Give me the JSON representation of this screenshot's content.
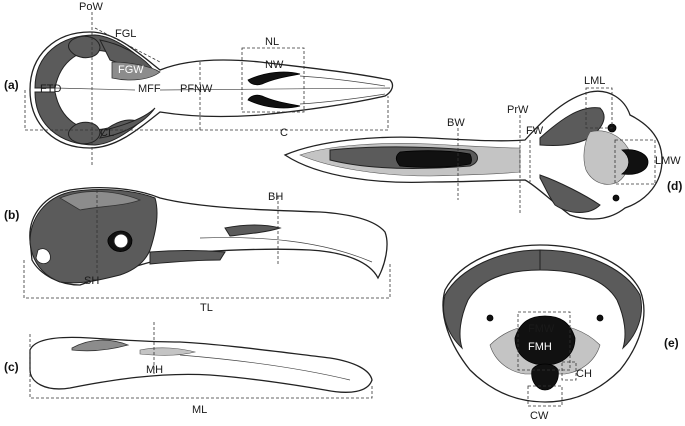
{
  "panels": {
    "a": "(a)",
    "b": "(b)",
    "c": "(c)",
    "d": "(d)",
    "e": "(e)"
  },
  "labels": {
    "a": {
      "pow": "PoW",
      "fgl": "FGL",
      "fgw": "FGW",
      "ftd": "FTD",
      "mff": "MFF",
      "pfnw": "PFNW",
      "nl": "NL",
      "nw": "NW",
      "cl": "CL",
      "c": "C"
    },
    "b": {
      "bh": "BH",
      "sh": "SH",
      "tl": "TL"
    },
    "c": {
      "mh": "MH",
      "ml": "ML"
    },
    "d": {
      "bw": "BW",
      "prw": "PrW",
      "fw": "FW",
      "lml": "LML",
      "lmw": "LMW"
    },
    "e": {
      "fmw": "FMW",
      "fmh": "FMH",
      "ch": "CH",
      "cw": "CW"
    }
  },
  "colors": {
    "dark": "#5b5b5b",
    "mid": "#8c8c8c",
    "light": "#c4c4c4",
    "black": "#111111",
    "outline": "#222222"
  }
}
